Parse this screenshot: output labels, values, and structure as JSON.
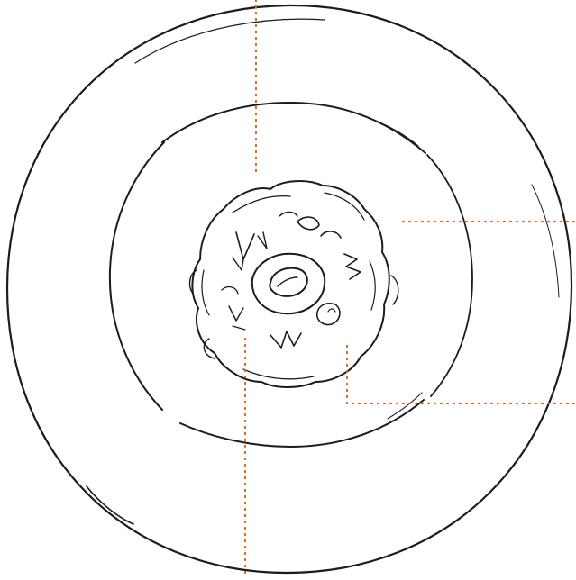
{
  "image": {
    "description_free": true
  },
  "colors": {
    "sketch_stroke": "#1c1c1c",
    "leader_line": "#d2691e",
    "background": "#ffffff"
  },
  "leader_lines": [
    {
      "name": "leader-line-top",
      "style": "dotted"
    },
    {
      "name": "leader-line-right-upper",
      "style": "dotted"
    },
    {
      "name": "leader-line-right-lower",
      "style": "dotted"
    },
    {
      "name": "leader-line-bottom",
      "style": "dotted"
    }
  ]
}
